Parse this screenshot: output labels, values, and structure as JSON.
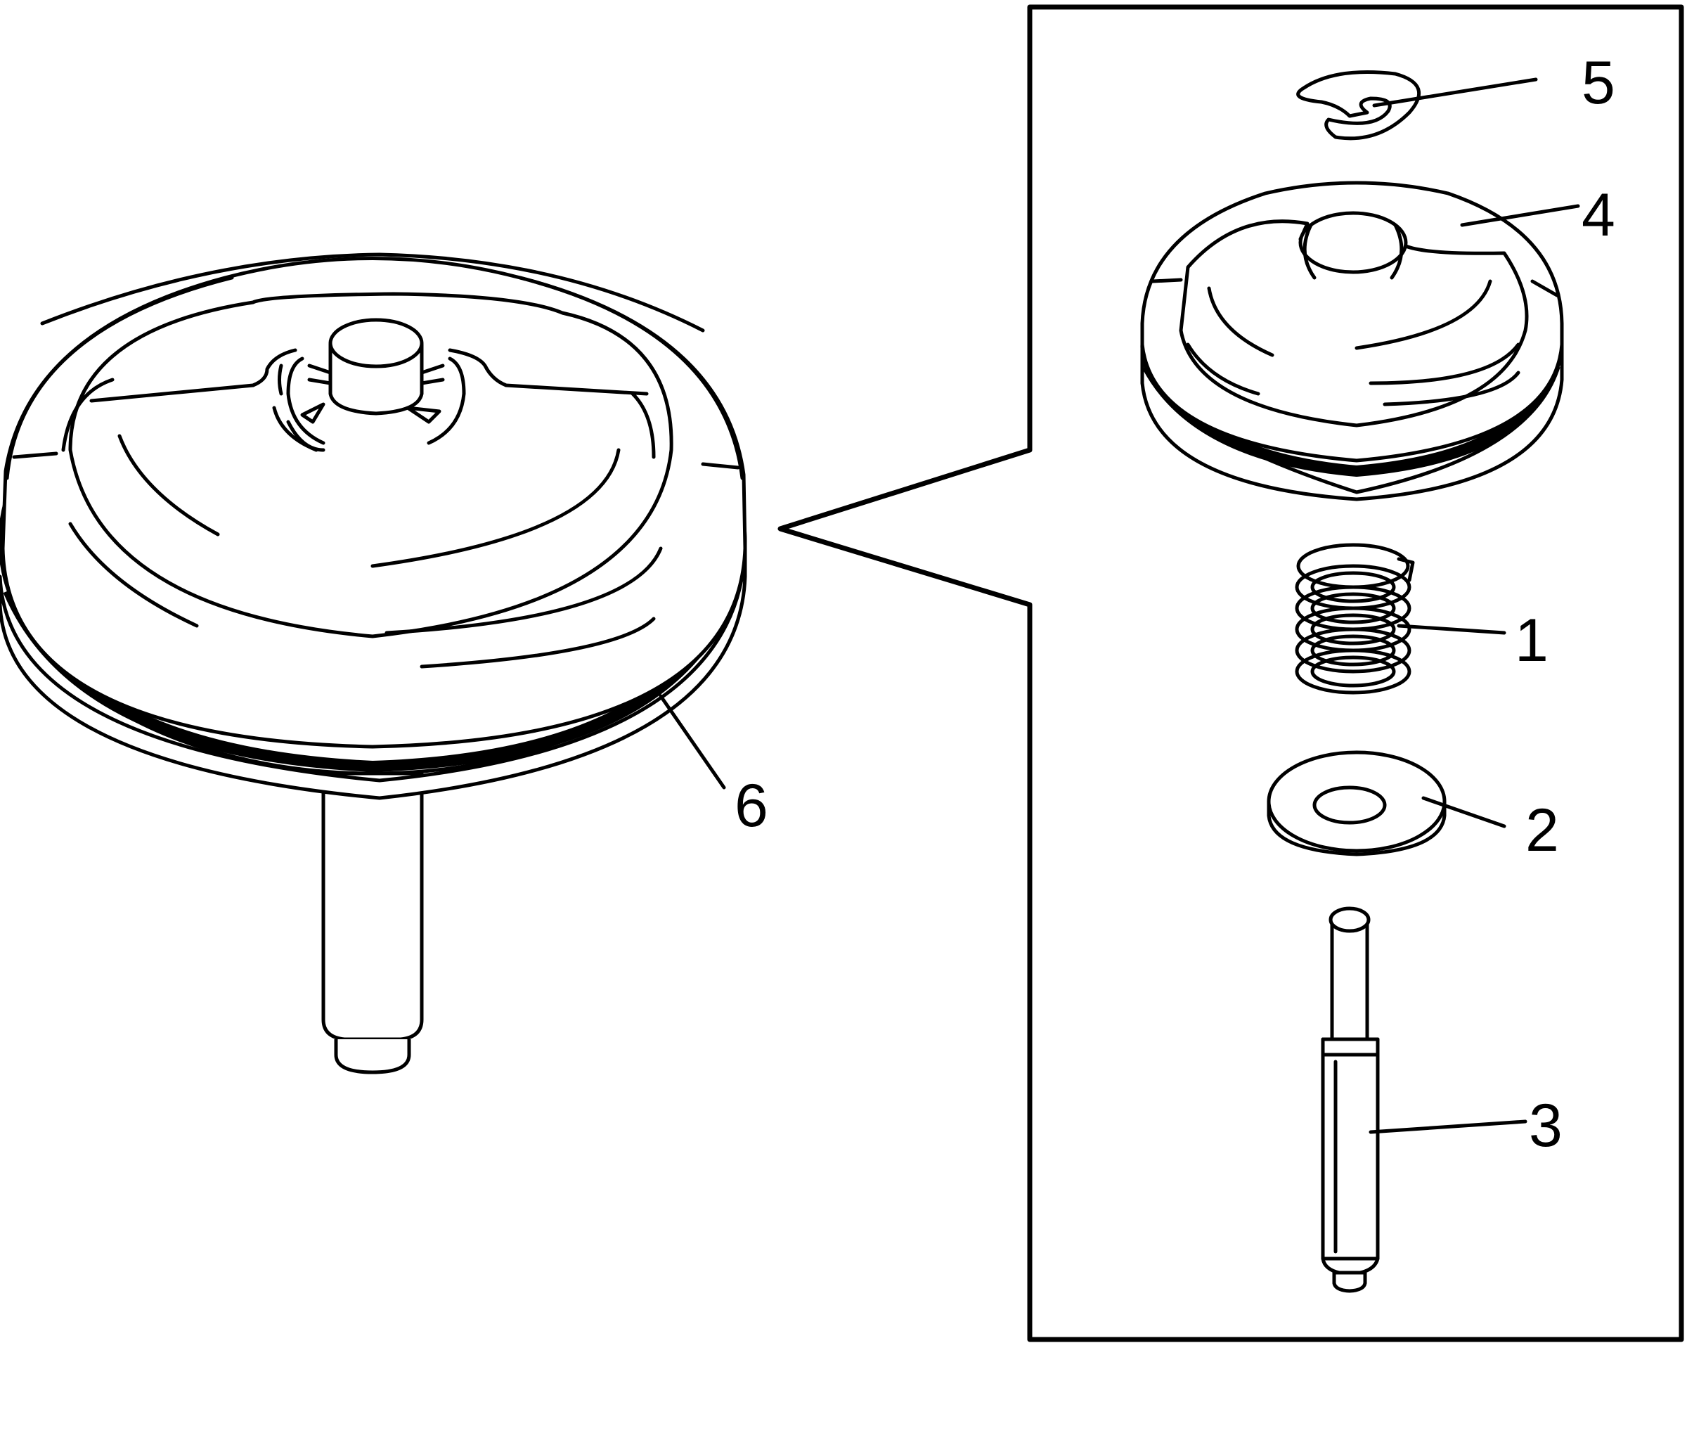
{
  "callouts": {
    "c1": "1",
    "c2": "2",
    "c3": "3",
    "c4": "4",
    "c5": "5",
    "c6": "6"
  },
  "icons": [
    "valve-piston-assembly",
    "spring",
    "washer",
    "pin",
    "retainer-cap",
    "e-clip",
    "seal-ring"
  ],
  "colors": {
    "line": "#000000",
    "background": "#ffffff"
  }
}
